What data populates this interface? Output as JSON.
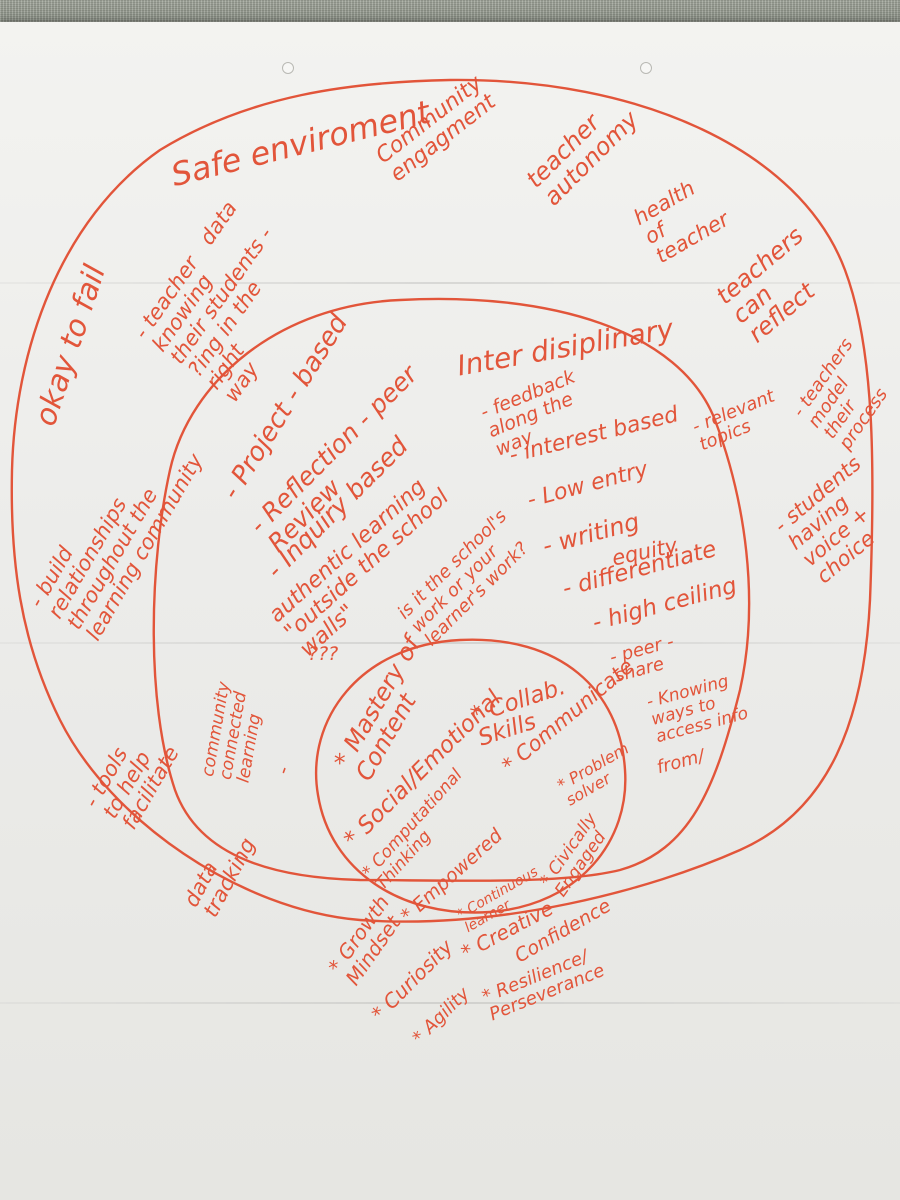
{
  "marker_color": "#e2553a",
  "paper_color": "#efefec",
  "outer_ring": {
    "safe_environment": "Safe enviroment",
    "community_engagement": "Community\nengagment",
    "teacher_autonomy": "teacher\nautonomy",
    "okay_to_fail": "okay to fail",
    "teacher_knowing": "- teacher   data\nknowing\ntheir students -\n?ing in the\nright\nway",
    "health_of_teacher": "health\nof\nteacher",
    "teachers_can_reflect": "teachers\ncan\nreflect",
    "teachers_model_process": "- teachers\nmodel\ntheir\nprocess",
    "students_voice_choice": "- students\nhaving\nvoice +\nchoice",
    "build_relationships": "- build\nrelationships\nthroughout the\nlearning community",
    "tools_to_help": "- tools\nto help\nfacilitate",
    "data_tracking": "data\ntracking"
  },
  "middle_ring": {
    "project_based": "- Project - based",
    "reflection_peer_review": "- Reflection - peer\nReview",
    "inter_disciplinary": "Inter disiplinary",
    "feedback": "- feedback\nalong the\nway",
    "interest_based": "- interest based",
    "inquiry_based": "- Inquiry based",
    "relevant_topics": "- relevant\ntopics",
    "authentic_learning": "authentic learning\n\"outside the school\nwalls\"",
    "low_entry": "- Low entry",
    "writing": "- writing",
    "equity": "equity",
    "schools_work": "is it the school's\nwork or your\nlearner's work?",
    "differentiate": "- differentiate",
    "high_ceiling": "- high ceiling",
    "community_connected": "community\nconnected\nlearning",
    "question_marks": "???",
    "peer_share": "- peer -\nshare",
    "knowing_ways": "- Knowing\nways to\naccess info",
    "from": "from/",
    "dash": "-"
  },
  "inner_ring": {
    "mastery_of_content": "* Mastery of\nContent",
    "collab_skills": "* Collab.\nSkills",
    "social_emotional": "* Social/Emotional",
    "communicate": "* Communicate",
    "computational_thinking": "* Computational\nThinking",
    "problem_solver": "* Problem\nsolver",
    "empowered": "* Empowered",
    "continuous_learner": "* Continuous\nlearner",
    "civically_engaged": "* Civically\nEngaged"
  },
  "outside_bottom": {
    "growth_mindset": "* Growth\nMindset",
    "creative": "* Creative",
    "confidence": "Confidence",
    "curiosity": "* Curiosity",
    "agility": "* Agility",
    "resilience": "* Resilience/\nPerseverance"
  }
}
